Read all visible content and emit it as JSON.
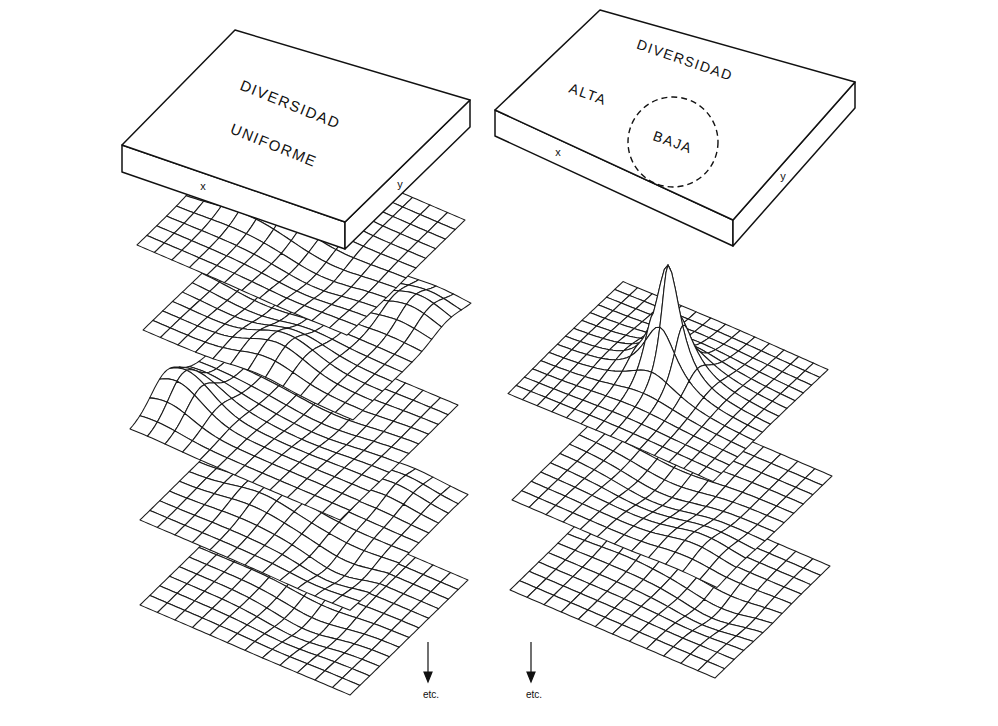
{
  "diagram": {
    "nodes": [
      {
        "text": [
          "DIVERSIDAD UNIFORME"
        ]
      },
      {
        "text": [
          "DIVERSIDAD",
          "ALTA"
        ]
      },
      {
        "text": [
          "BAJA"
        ],
        "in": 1
      }
    ],
    "labels": [
      "x",
      "y",
      "x",
      "y",
      "etc.",
      "etc."
    ]
  }
}
